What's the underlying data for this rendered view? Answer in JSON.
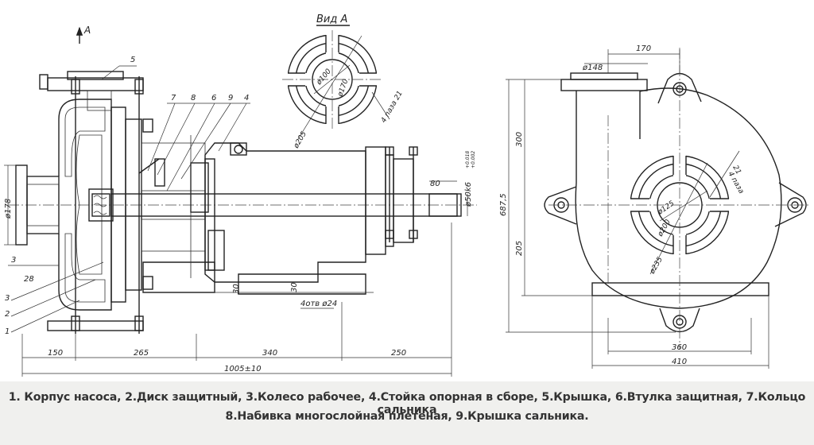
{
  "view_label": "Вид А",
  "view_marker": "А",
  "section": {
    "dims": {
      "d178": "ø178",
      "d80": "80",
      "shaft": "ø50k6",
      "shaft_tol_top": "+0.018",
      "shaft_tol_bot": "+0.002",
      "h30_left": "30",
      "h30_right": "30",
      "holes": "4отв ø24",
      "d28": "28",
      "d3": "3",
      "l150": "150",
      "l265": "265",
      "l340": "340",
      "l250": "250",
      "total": "1005±10"
    },
    "callouts": [
      "1",
      "2",
      "3",
      "4",
      "5",
      "6",
      "7",
      "8",
      "9"
    ]
  },
  "view_a": {
    "d100": "ø100",
    "d170": "ø170",
    "d205": "ø205",
    "slots": "4 паза 21"
  },
  "front": {
    "d148": "ø148",
    "w170": "170",
    "h300": "300",
    "h6875": "687,5",
    "h205": "205",
    "slots": "21",
    "slots_note": "4 паза",
    "d125": "ø125",
    "d200": "ø200",
    "d235": "ø235",
    "w360": "360",
    "w410": "410"
  },
  "legend": {
    "line1": "1. Корпус насоса, 2.Диск защитный, 3.Колесо рабочее, 4.Стойка опорная в сборе, 5.Крышка, 6.Втулка защитная, 7.Кольцо сальника",
    "line2": "8.Набивка многослойная плетеная, 9.Крышка сальника."
  }
}
